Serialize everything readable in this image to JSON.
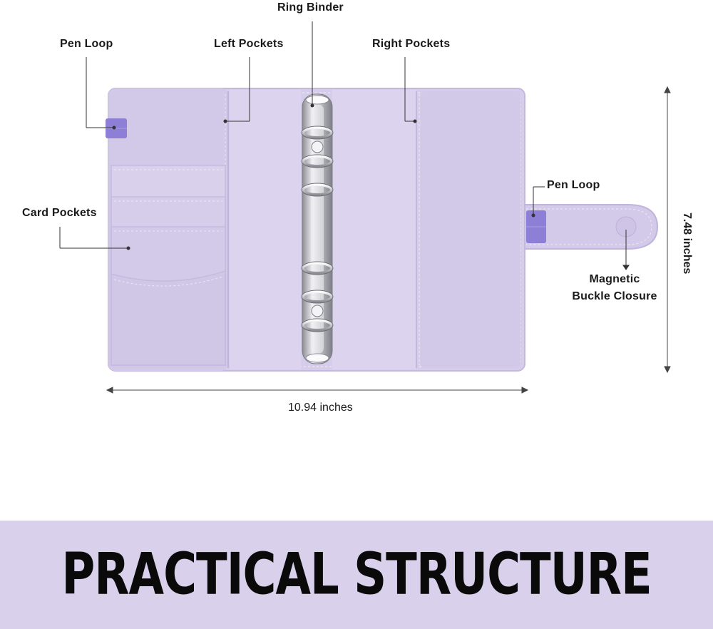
{
  "labels": {
    "ring_binder": "Ring Binder",
    "pen_loop_left": "Pen Loop",
    "left_pockets": "Left Pockets",
    "right_pockets": "Right Pockets",
    "card_pockets": "Card Pockets",
    "pen_loop_right": "Pen Loop",
    "magnetic_line1": "Magnetic",
    "magnetic_line2": "Buckle Closure"
  },
  "dimensions": {
    "width": "10.94 inches",
    "height": "7.48 inches"
  },
  "banner": {
    "title": "PRACTICAL STRUCTURE"
  },
  "colors": {
    "cover": "#d6cdea",
    "cover_edge": "#c3b8de",
    "elastic": "#8d7fd6",
    "banner_bg": "#d9d1ec",
    "metal": "#c9c9cf"
  }
}
